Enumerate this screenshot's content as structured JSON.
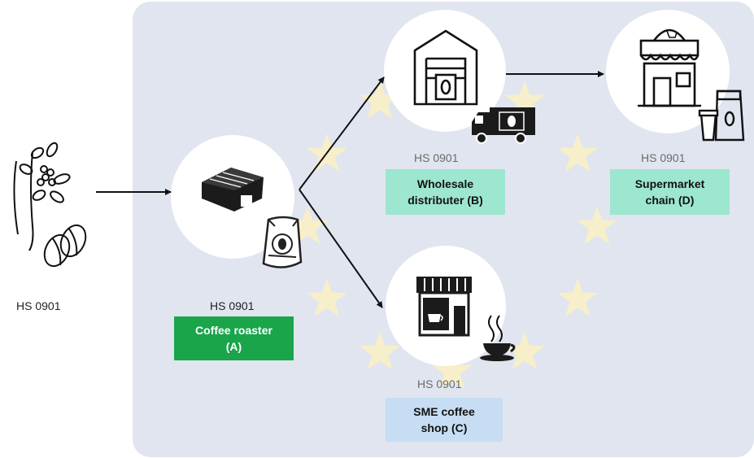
{
  "nodes": {
    "source": {
      "hs_code": "HS 0901",
      "icon": "coffee-plant-and-beans-icon"
    },
    "roaster": {
      "hs_code": "HS 0901",
      "label": "Coffee roaster\n(A)",
      "color": "#1aa54b",
      "text_color": "#ffffff",
      "icon": "factory-with-coffee-sack-icon"
    },
    "wholesale": {
      "hs_code": "HS 0901",
      "label": "Wholesale\ndistributer (B)",
      "color": "#9de6cf",
      "text_color": "#111111",
      "icon": "warehouse-with-truck-icon"
    },
    "supermarket": {
      "hs_code": "HS 0901",
      "label": "Supermarket\nchain (D)",
      "color": "#9de6cf",
      "text_color": "#111111",
      "icon": "supermarket-with-coffee-bag-icon"
    },
    "coffee_shop": {
      "hs_code": "HS 0901",
      "label": "SME coffee\nshop (C)",
      "color": "#c6ddf3",
      "text_color": "#111111",
      "icon": "coffee-shop-with-cup-icon"
    }
  },
  "background": {
    "panel_color": "#e1e5ef",
    "star_color": "#f7efc9",
    "icon": "eu-stars-icon"
  },
  "flows": [
    {
      "from": "source",
      "to": "roaster"
    },
    {
      "from": "roaster",
      "to": "wholesale"
    },
    {
      "from": "roaster",
      "to": "coffee_shop"
    },
    {
      "from": "wholesale",
      "to": "supermarket"
    }
  ]
}
